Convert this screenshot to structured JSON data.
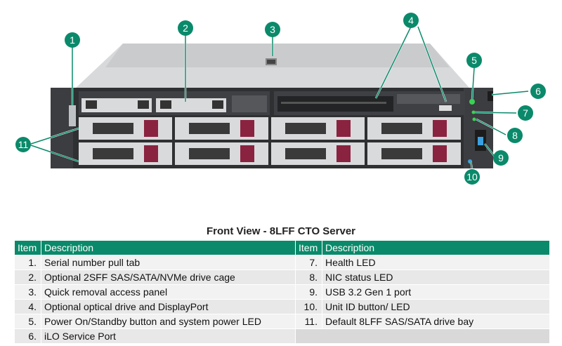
{
  "callouts": [
    "1",
    "2",
    "3",
    "4",
    "5",
    "6",
    "7",
    "8",
    "9",
    "10",
    "11"
  ],
  "caption": "Front View - 8LFF CTO Server",
  "table": {
    "header_item": "Item",
    "header_description": "Description",
    "rows": [
      {
        "left_num": "1.",
        "left_desc": "Serial number pull tab",
        "right_num": "7.",
        "right_desc": "Health LED"
      },
      {
        "left_num": "2.",
        "left_desc": "Optional 2SFF SAS/SATA/NVMe drive cage",
        "right_num": "8.",
        "right_desc": "NIC status LED"
      },
      {
        "left_num": "3.",
        "left_desc": "Quick removal access panel",
        "right_num": "9.",
        "right_desc": "USB 3.2 Gen 1 port"
      },
      {
        "left_num": "4.",
        "left_desc": "Optional optical drive and DisplayPort",
        "right_num": "10.",
        "right_desc": "Unit ID button/ LED"
      },
      {
        "left_num": "5.",
        "left_desc": "Power On/Standby button and system power LED",
        "right_num": "11.",
        "right_desc": "Default 8LFF SAS/SATA drive bay"
      },
      {
        "left_num": "6.",
        "left_desc": "iLO Service Port",
        "right_num": "",
        "right_desc": ""
      }
    ]
  },
  "colors": {
    "accent": "#0a8a6a",
    "drive_latch": "#8a2340",
    "chassis": "#3a3a3a",
    "led_green": "#39d353"
  }
}
